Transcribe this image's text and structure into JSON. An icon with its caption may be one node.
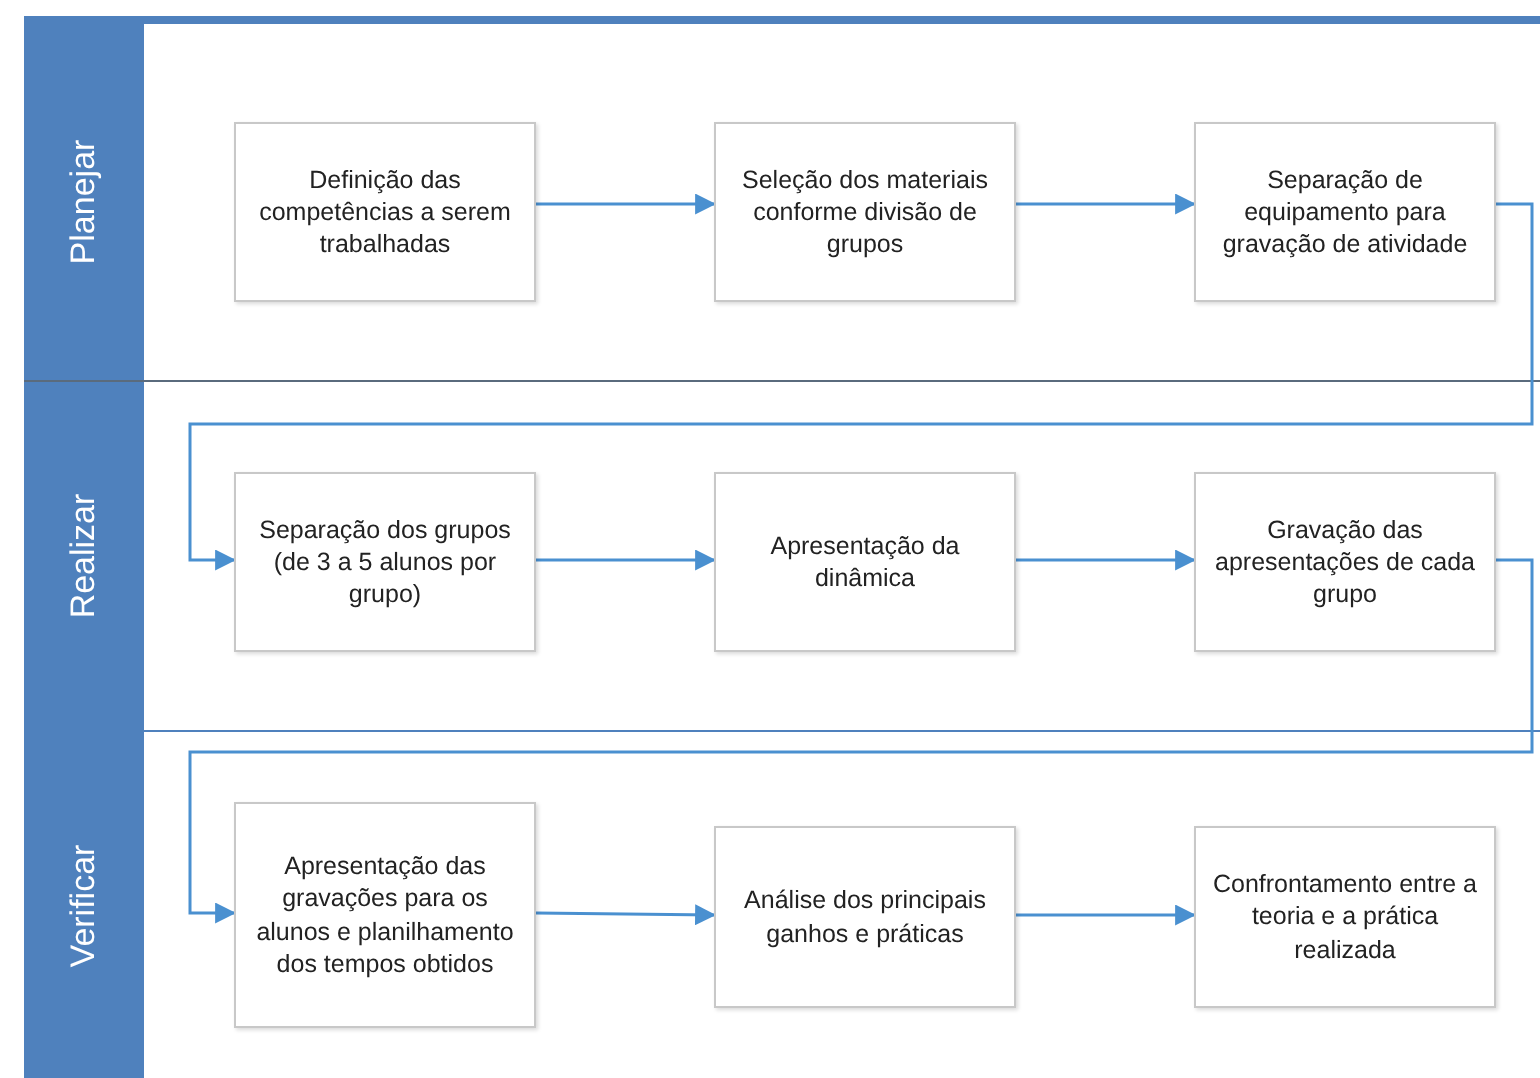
{
  "diagram": {
    "nodes": [
      {
        "text": [
          "Planejar"
        ]
      },
      {
        "text": [
          "Definição das competências a serem trabalhadas"
        ],
        "in": 0
      },
      {
        "text": [
          "Seleção dos materiais conforme divisão de grupos"
        ],
        "in": 0
      },
      {
        "text": [
          "Separação de equipamento para gravação de atividade"
        ],
        "in": 0
      },
      {
        "text": [
          "Realizar"
        ]
      },
      {
        "text": [
          "Separação dos grupos (de 3 a 5 alunos por grupo)"
        ],
        "in": 4
      },
      {
        "text": [
          "Apresentação da dinâmica"
        ],
        "in": 4
      },
      {
        "text": [
          "Gravação das apresentações de cada grupo"
        ],
        "in": 4
      },
      {
        "text": [
          "Verificar"
        ]
      },
      {
        "text": [
          "Apresentação das gravações para os alunos e planilhamento dos tempos obtidos"
        ],
        "in": 8
      },
      {
        "text": [
          "Análise dos principais ganhos e práticas"
        ],
        "in": 8
      },
      {
        "text": [
          "Confrontamento entre a teoria e a prática realizada"
        ],
        "in": 8
      }
    ],
    "edges": [
      {
        "from": 1,
        "to": 2,
        "arrow": "to"
      },
      {
        "from": 2,
        "to": 3,
        "arrow": "to"
      },
      {
        "from": 3,
        "to": 5,
        "arrow": "to"
      },
      {
        "from": 5,
        "to": 6,
        "arrow": "to"
      },
      {
        "from": 6,
        "to": 7,
        "arrow": "to"
      },
      {
        "from": 7,
        "to": 9,
        "arrow": "to"
      },
      {
        "from": 9,
        "to": 10,
        "arrow": "to"
      },
      {
        "from": 10,
        "to": 11,
        "arrow": "to"
      }
    ]
  }
}
